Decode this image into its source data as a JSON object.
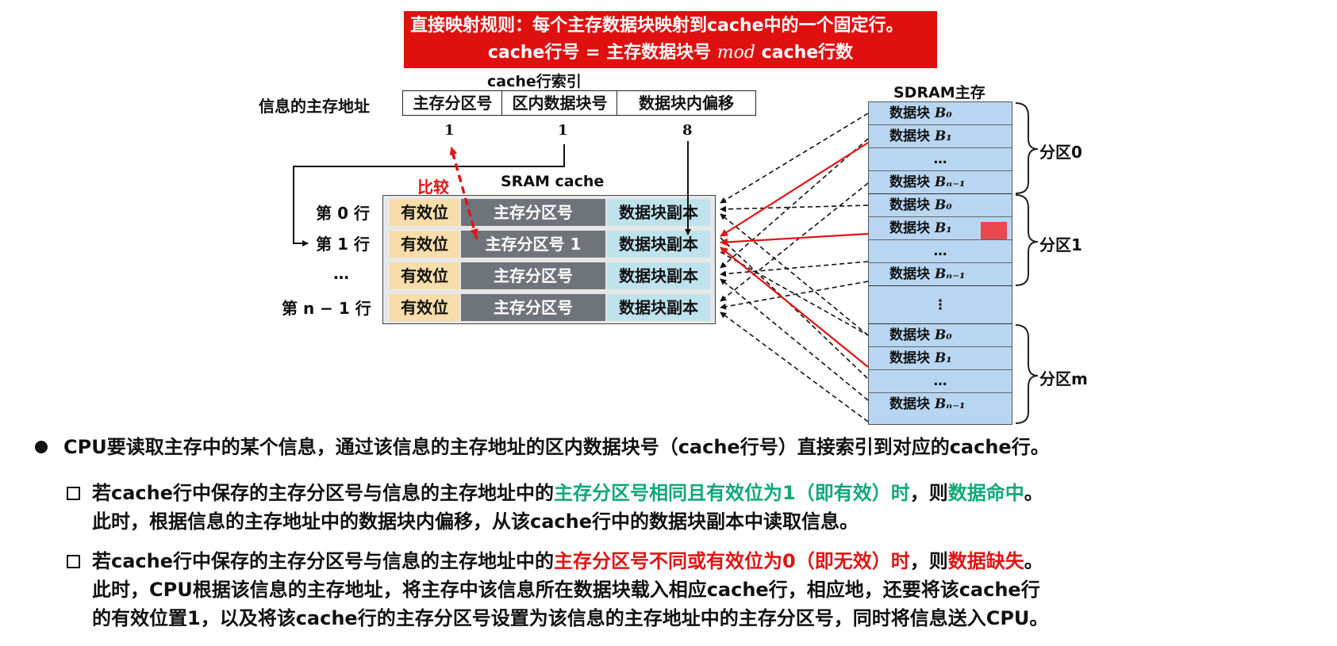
{
  "banner": {
    "line1": "直接映射规则：每个主存数据块映射到cache中的一个固定行。",
    "line2_pre": "cache行号 = 主存数据块号",
    "line2_mod": "mod",
    "line2_post": "cache行数"
  },
  "address": {
    "label": "信息的主存地址",
    "index_label": "cache行索引",
    "fields": [
      "主存分区号",
      "区内数据块号",
      "数据块内偏移"
    ],
    "values": [
      "1",
      "1",
      "8"
    ]
  },
  "cache": {
    "title": "SRAM  cache",
    "compare": "比较",
    "row_labels": [
      "第 0 行",
      "第 1 行",
      "…",
      "第 n − 1 行"
    ],
    "valid": "有效位",
    "tag": "主存分区号",
    "tag_row1": "主存分区号  1",
    "data": "数据块副本"
  },
  "sdram": {
    "title": "SDRAM主存",
    "block_word": "数据块",
    "b0": "B₀",
    "b1": "B₁",
    "bn": "Bₙ₋₁",
    "dots": "…",
    "vdots": "⋮",
    "partitions": [
      "分区0",
      "分区1",
      "分区m"
    ]
  },
  "text": {
    "b1": "CPU要读取主存中的某个信息，通过该信息的主存地址的区内数据块号（cache行号）直接索引到对应的cache行。",
    "hit_a": "若cache行中保存的主存分区号与信息的主存地址中的",
    "hit_b": "主存分区号相同且有效位为1（即有效）时",
    "hit_c": "，则",
    "hit_d": "数据命中",
    "hit_e": "。",
    "hit_2": "此时，根据信息的主存地址中的数据块内偏移，从该cache行中的数据块副本中读取信息。",
    "miss_a": "若cache行中保存的主存分区号与信息的主存地址中的",
    "miss_b": "主存分区号不同或有效位为0（即无效）时",
    "miss_c": "，则",
    "miss_d": "数据缺失",
    "miss_e": "。",
    "miss_2": "此时，CPU根据该信息的主存地址，将主存中该信息所在数据块载入相应cache行，相应地，还要将该cache行",
    "miss_3": "的有效位置1，以及将该cache行的主存分区号设置为该信息的主存地址中的主存分区号，同时将信息送入CPU。"
  },
  "colors": {
    "banner": "#e01010",
    "valid": "#f7ddaa",
    "tag": "#6f737a",
    "data": "#bfe3ec",
    "sdram": "#b8d6f2",
    "highlight": "#e8484e",
    "green": "#10a878",
    "red": "#e01414"
  }
}
